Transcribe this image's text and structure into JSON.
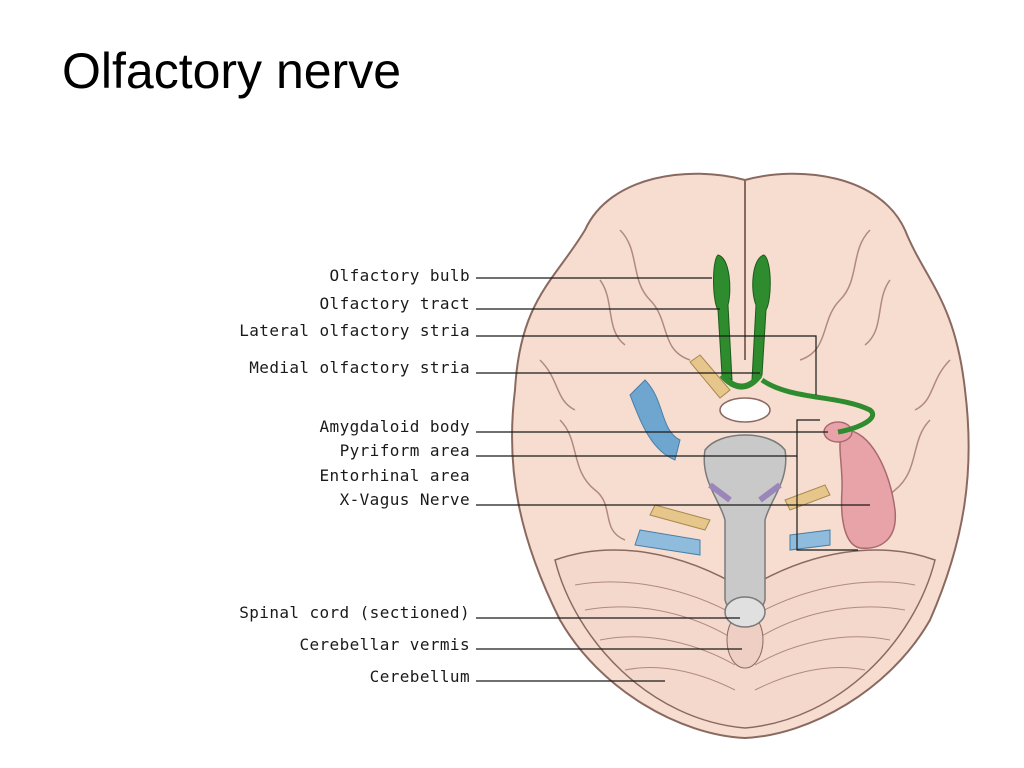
{
  "slide": {
    "title": "Olfactory nerve"
  },
  "diagram": {
    "labels": [
      "Olfactory bulb",
      "Olfactory tract",
      "Lateral olfactory stria",
      "Medial olfactory stria",
      "Amygdaloid body",
      "Pyriform area",
      "Entorhinal area",
      "X-Vagus Nerve",
      "Spinal cord (sectioned)",
      "Cerebellar vermis",
      "Cerebellum"
    ],
    "colors": {
      "brain": "#f7ddd0",
      "brain_outline": "#8a6a60",
      "olfactory": "#2e8b2e",
      "temporal_pink": "#e8a3a8",
      "vessel_blue": "#6fa6cf",
      "nerve_yellow": "#e6c68a",
      "brainstem_gray": "#c9c9c9"
    }
  }
}
